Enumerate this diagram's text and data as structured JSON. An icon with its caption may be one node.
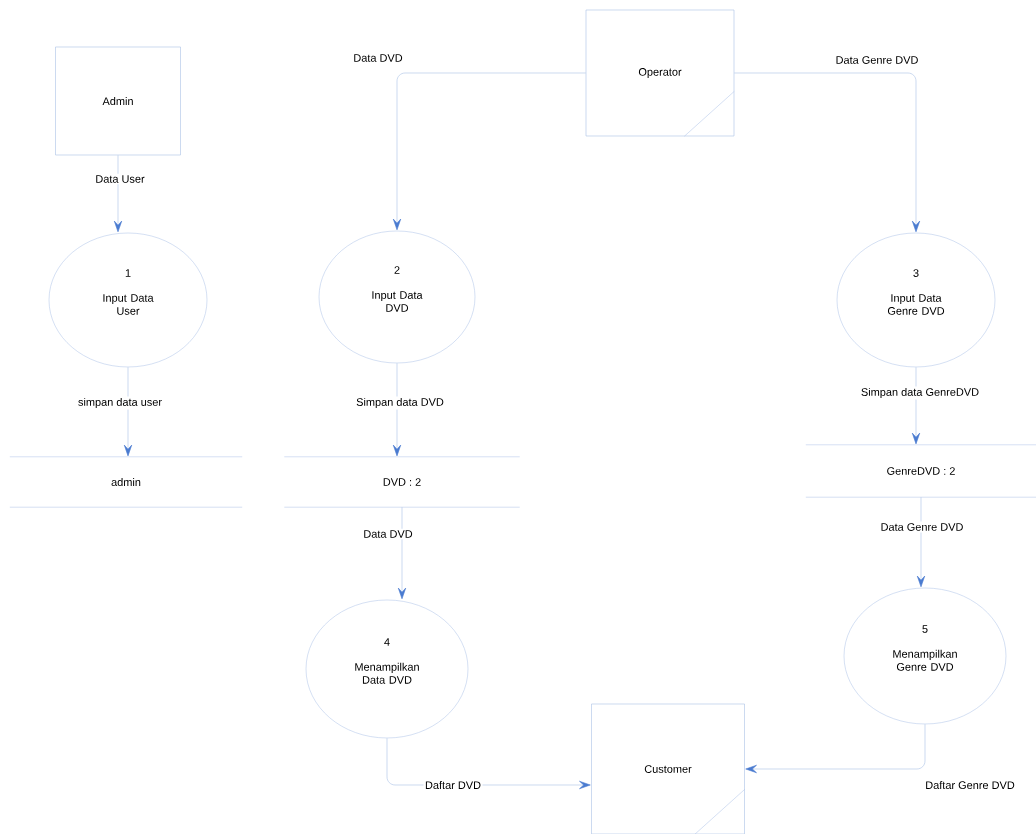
{
  "diagram": {
    "nodes": [
      {
        "text": [
          "Admin"
        ]
      },
      {
        "text": [
          "1",
          "Input Data User"
        ]
      },
      {
        "text": [
          "admin"
        ]
      },
      {
        "text": [
          "Operator"
        ]
      },
      {
        "text": [
          "2",
          "Input Data DVD"
        ]
      },
      {
        "text": [
          "DVD : 2"
        ]
      },
      {
        "text": [
          "3",
          "Input Data Genre DVD"
        ]
      },
      {
        "text": [
          "GenreDVD : 2"
        ]
      },
      {
        "text": [
          "4",
          "Menampilkan Data DVD"
        ]
      },
      {
        "text": [
          "5",
          "Menampilkan Genre DVD"
        ]
      },
      {
        "text": [
          "Customer"
        ]
      }
    ],
    "edges": [
      {
        "from": 0,
        "to": 1,
        "arrow": "to",
        "label": "Data User"
      },
      {
        "from": 1,
        "to": 2,
        "arrow": "to",
        "label": "simpan data user"
      },
      {
        "from": 3,
        "to": 4,
        "arrow": "to",
        "label": "Data DVD"
      },
      {
        "from": 3,
        "to": 6,
        "arrow": "to",
        "label": "Data Genre DVD"
      },
      {
        "from": 4,
        "to": 5,
        "arrow": "to",
        "label": "Simpan data DVD"
      },
      {
        "from": 6,
        "to": 7,
        "arrow": "to",
        "label": "Simpan data GenreDVD"
      },
      {
        "from": 5,
        "to": 8,
        "arrow": "to",
        "label": "Data DVD"
      },
      {
        "from": 7,
        "to": 9,
        "arrow": "to",
        "label": "Data Genre DVD"
      },
      {
        "from": 8,
        "to": 10,
        "arrow": "to",
        "label": "Daftar DVD"
      },
      {
        "from": 9,
        "to": 10,
        "arrow": "to",
        "label": "Daftar Genre DVD"
      }
    ]
  }
}
